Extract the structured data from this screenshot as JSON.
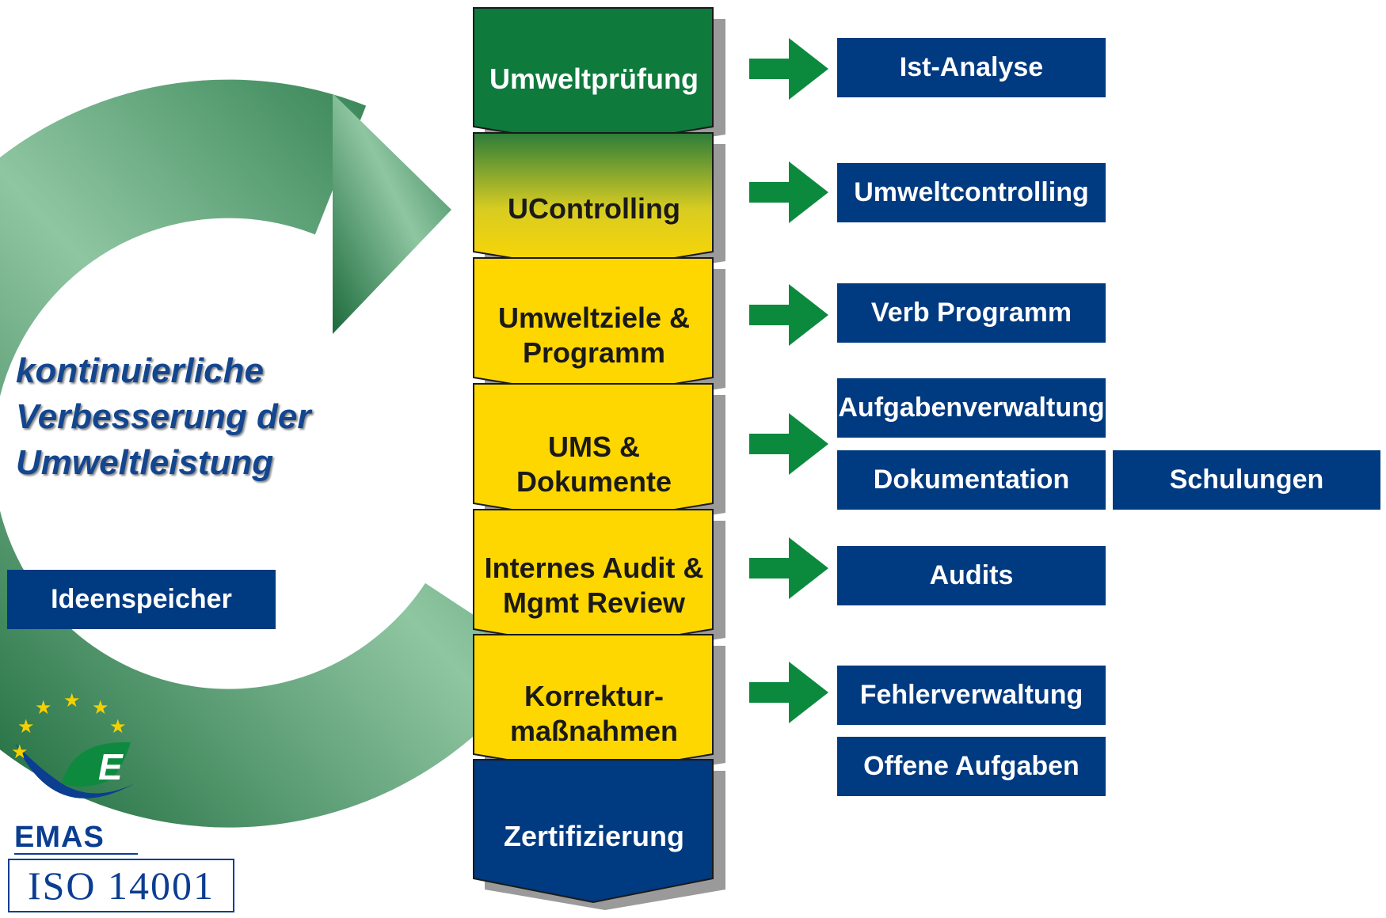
{
  "cycle_label": "kontinuierliche Verbesserung der Umweltleistung",
  "steps": [
    {
      "label": "Umweltprüfung",
      "style": "green"
    },
    {
      "label": "UControlling",
      "style": "gradient"
    },
    {
      "label": "Umweltziele & Programm",
      "style": "yellow"
    },
    {
      "label": "UMS & Dokumente",
      "style": "yellow"
    },
    {
      "label": "Internes Audit & Mgmt Review",
      "style": "yellow"
    },
    {
      "label": "Korrektur-maßnahmen",
      "style": "yellow"
    },
    {
      "label": "Zertifizierung",
      "style": "navy"
    }
  ],
  "modules": {
    "ist_analyse": "Ist-Analyse",
    "umweltcontrolling": "Umweltcontrolling",
    "verb_programm": "Verb Programm",
    "aufgabenverwaltung": "Aufgabenverwaltung",
    "dokumentation": "Dokumentation",
    "schulungen": "Schulungen",
    "audits": "Audits",
    "fehlerverwaltung": "Fehlerverwaltung",
    "offene_aufgaben": "Offene Aufgaben",
    "ideenspeicher": "Ideenspeicher"
  },
  "logo": {
    "emas": "EMAS",
    "iso": "ISO 14001"
  },
  "colors": {
    "green": "#0e7a3c",
    "yellow": "#ffd700",
    "navy": "#003a80",
    "arrow_green": "#0b8a3e"
  }
}
